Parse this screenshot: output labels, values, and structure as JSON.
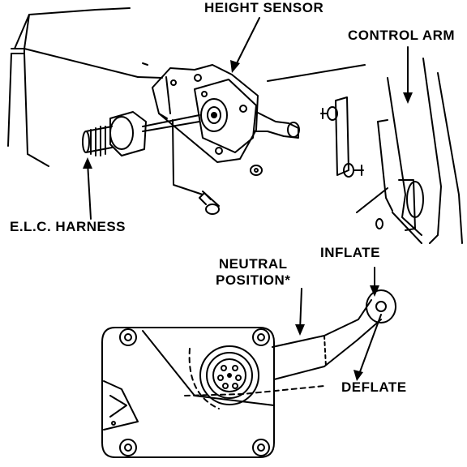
{
  "labels": {
    "height_sensor": "HEIGHT SENSOR",
    "control_arm": "CONTROL ARM",
    "elc_harness": "E.L.C. HARNESS",
    "neutral_position_line1": "NEUTRAL",
    "neutral_position_line2": "POSITION*",
    "inflate": "INFLATE",
    "deflate": "DEFLATE"
  },
  "colors": {
    "ink": "#000000",
    "paper": "#ffffff"
  }
}
